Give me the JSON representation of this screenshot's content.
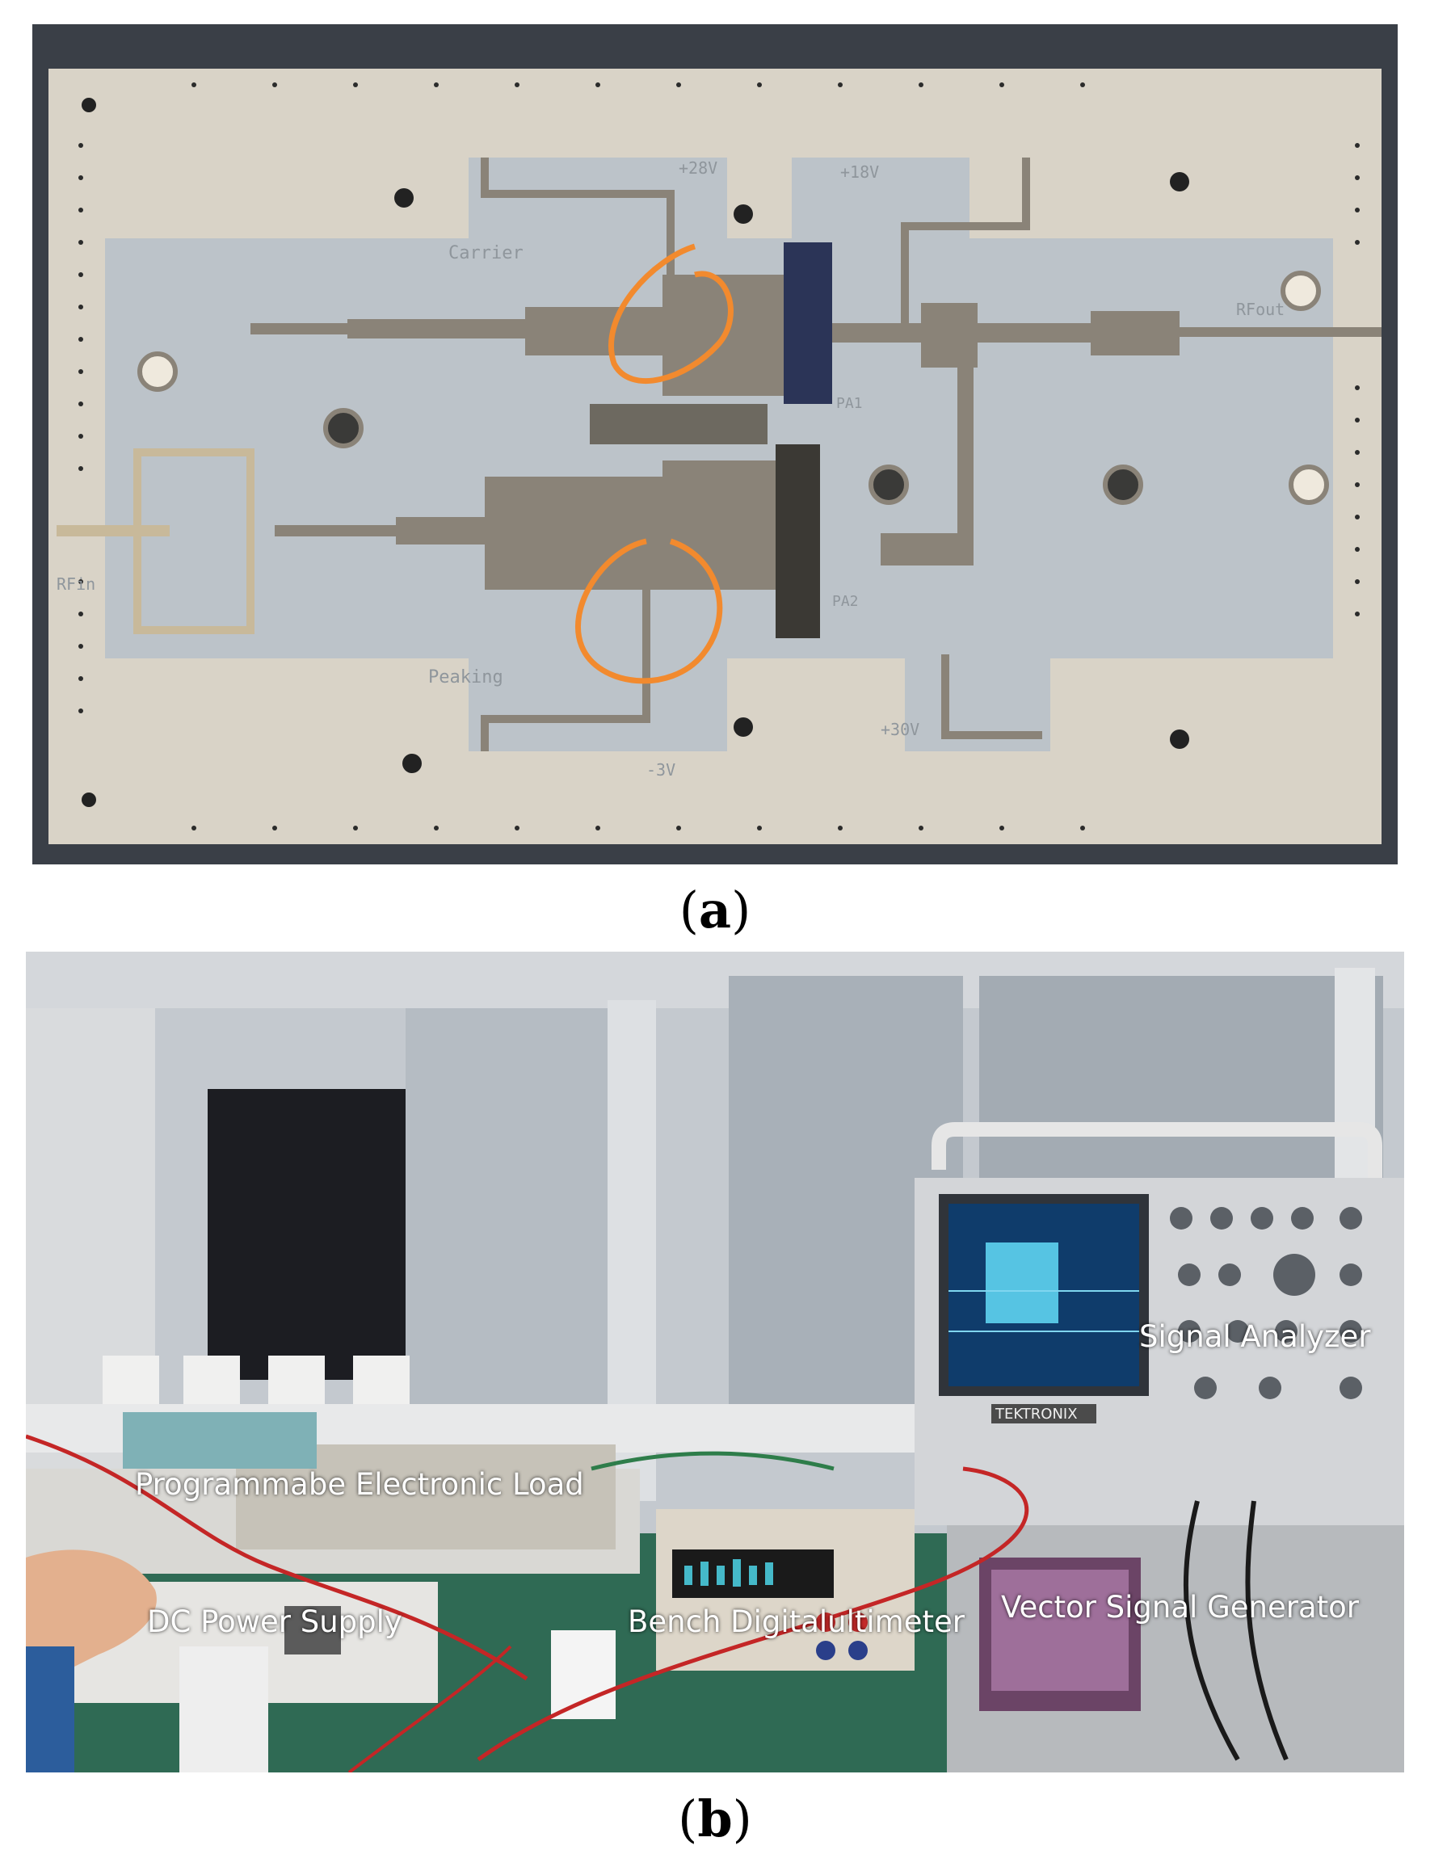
{
  "panel_a": {
    "caption_label": "a",
    "board_silkscreen": {
      "carrier": "Carrier",
      "peaking": "Peaking",
      "rf_in": "RFin",
      "rf_out": "RFout",
      "pa1": "PA1",
      "pa2": "PA2",
      "v28_top": "+28V",
      "v28_bottom": "-3V",
      "v30": "+30V",
      "v30_top": "+18V"
    },
    "colors": {
      "board": "#d8d2c6",
      "pcb_substrate": "#b9bfc5",
      "trace": "#8a8378",
      "annotation_circle": "#f28a2e"
    }
  },
  "panel_b": {
    "caption_label": "b",
    "equipment_labels": {
      "signal_analyzer": "Signal Analyzer",
      "electronic_load": "Programmabe Electronic Load",
      "dc_power_supply": "DC Power Supply",
      "bench_multimeter": "Bench Digitalultimeter",
      "vector_signal_generator": "Vector Signal Generator"
    },
    "instrument_brand": "TEKTRONIX"
  }
}
